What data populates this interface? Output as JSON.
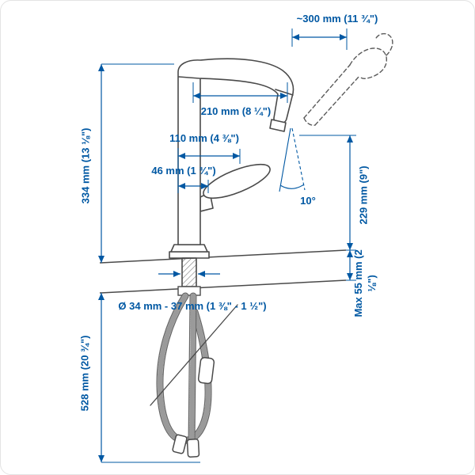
{
  "diagram": {
    "type": "product-measurement-illustration",
    "subject": "kitchen faucet with pull-out spray head",
    "colors": {
      "dimension_text": "#0058a3",
      "line_art": "#4a4a4a",
      "background": "#ffffff",
      "frame": "#e3e3e3"
    },
    "labels": {
      "extended_reach": "~300 mm (11 ¾\")",
      "spout_reach": "210 mm (8 ¼\")",
      "spout_projection": "110 mm (4 ⅜\")",
      "handle_clearance": "46 mm (1 ¾\")",
      "faucet_height": "334 mm (13 ⅛\")",
      "swivel_angle": "10°",
      "spout_height": "229 mm (9\")",
      "max_counter_thickness": "Max 55 mm (2 ⅛\")",
      "hole_diameter": "Ø 34 mm - 37 mm (1 ⅜\" - 1 ½\")",
      "hose_length": "528 mm (20 ¾\")"
    }
  }
}
